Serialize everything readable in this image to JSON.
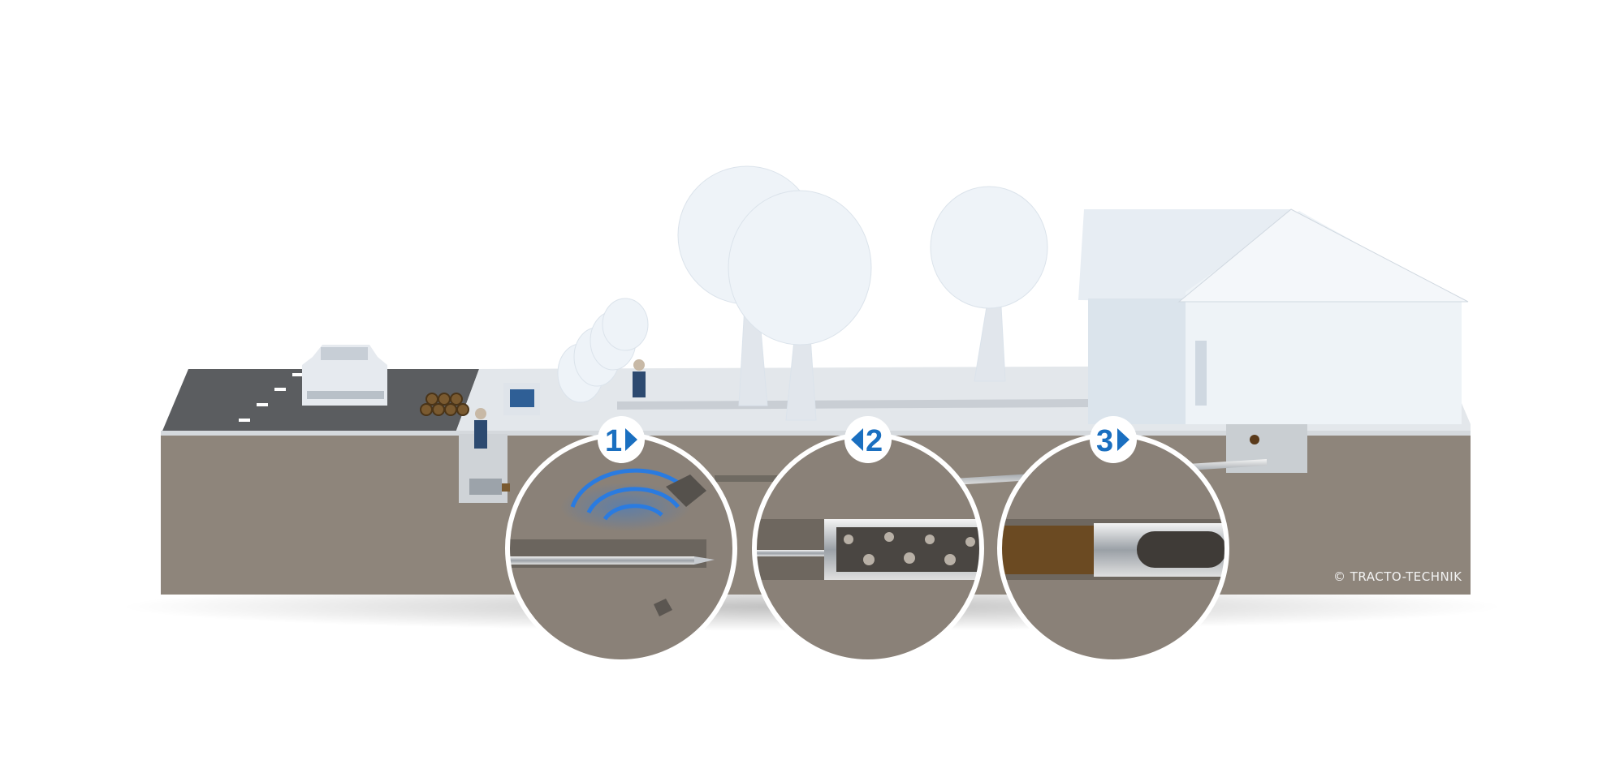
{
  "steps": [
    {
      "number": "1",
      "arrow": "right"
    },
    {
      "number": "2",
      "arrow": "left"
    },
    {
      "number": "3",
      "arrow": "right"
    }
  ],
  "copyright": "© TRACTO-TECHNIK",
  "colors": {
    "soil": "#8e857b",
    "road": "#5a5c5e",
    "pavement": "#e4e8ec",
    "accent": "#1a6fc0",
    "tree": "#eef3f8",
    "house": "#e9eef3"
  }
}
